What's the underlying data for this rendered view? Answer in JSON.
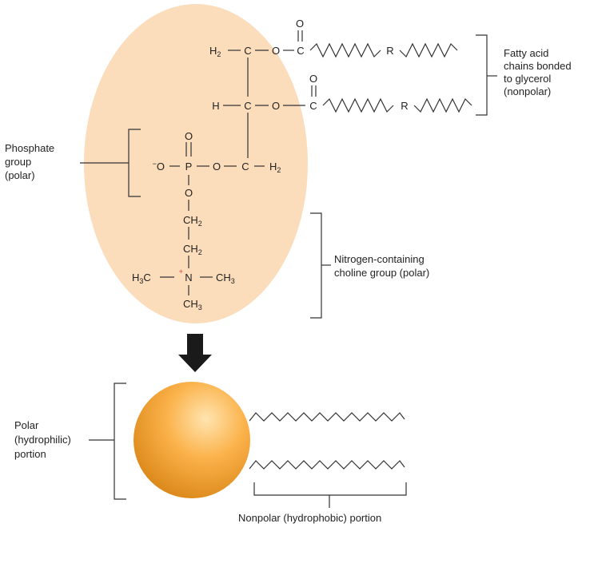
{
  "colors": {
    "blob": "#fbdcbb",
    "sphere_light": "#ffe4b0",
    "sphere_mid": "#fbb24a",
    "sphere_dark": "#d98516",
    "line": "#333333",
    "charge": "#e23a3a"
  },
  "labels": {
    "fatty_acid_line1": "Fatty acid",
    "fatty_acid_line2": "chains bonded",
    "fatty_acid_line3": "to glycerol",
    "fatty_acid_line4": "(nonpolar)",
    "phosphate_line1": "Phosphate",
    "phosphate_line2": "group",
    "phosphate_line3": "(polar)",
    "choline_line1": "Nitrogen-containing",
    "choline_line2": "choline group (polar)",
    "polar_line1": "Polar",
    "polar_line2": "(hydrophilic)",
    "polar_line3": "portion",
    "nonpolar": "Nonpolar (hydrophobic) portion"
  },
  "chem": {
    "h": "H",
    "two": "2",
    "three": "3",
    "c": "C",
    "o": "O",
    "p": "P",
    "n": "N",
    "r": "R",
    "minus": "−",
    "plus": "+",
    "dash": "—",
    "ch": "CH",
    "h3c_h": "H",
    "h3c_c": "C",
    "minus_o": "O",
    "neg": "−"
  }
}
